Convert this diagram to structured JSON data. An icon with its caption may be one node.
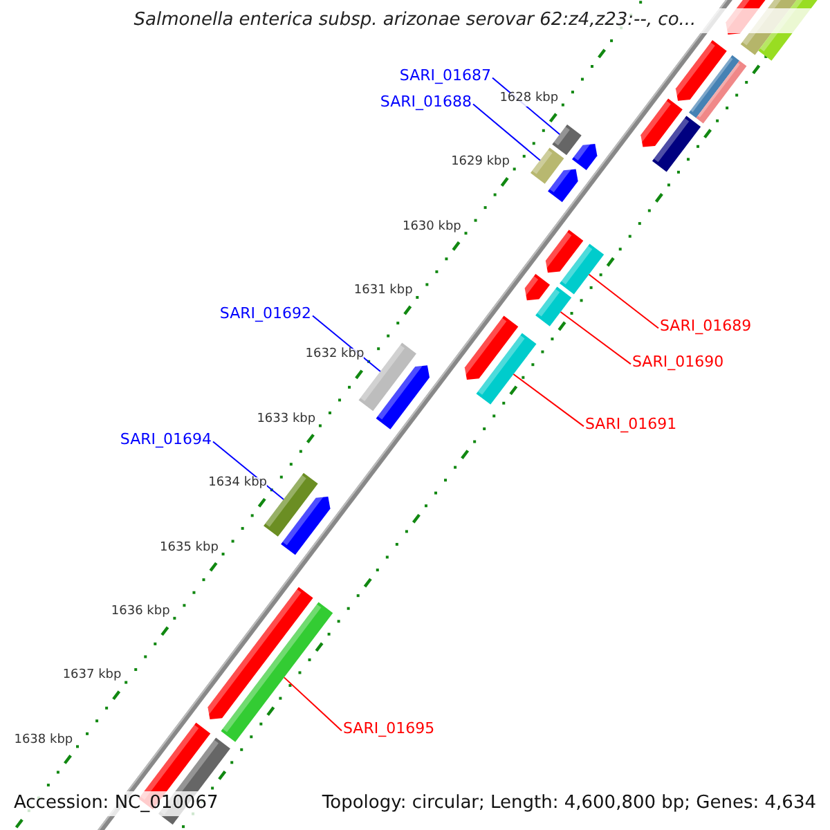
{
  "diagram": {
    "title": "Salmonella enterica subsp. arizonae serovar 62:z4,z23:--, co...",
    "nodes": [
      {
        "text": [
          "SARI_01687"
        ]
      },
      {
        "text": [
          "SARI_01688"
        ]
      },
      {
        "text": [
          "SARI_01692"
        ]
      },
      {
        "text": [
          "SARI_01689"
        ]
      },
      {
        "text": [
          "SARI_01690"
        ]
      },
      {
        "text": [
          "SARI_01691"
        ]
      },
      {
        "text": [
          "SARI_01694"
        ]
      },
      {
        "text": [
          "SARI_01695"
        ]
      },
      {
        "text": [],
        "shape": "bar"
      },
      {
        "text": [],
        "shape": "bar"
      },
      {
        "text": [],
        "shape": "bar"
      },
      {
        "text": [],
        "shape": "bar"
      },
      {
        "text": [],
        "shape": "bar"
      },
      {
        "text": [],
        "shape": "bar"
      },
      {
        "text": [],
        "shape": "bar"
      },
      {
        "text": [],
        "shape": "bar"
      }
    ],
    "edges": [
      {
        "from": 0,
        "to": 8,
        "arrow": "none",
        "color": "#0000ff"
      },
      {
        "from": 1,
        "to": 9,
        "arrow": "none",
        "color": "#0000ff"
      },
      {
        "from": 2,
        "to": 13,
        "arrow": "none",
        "color": "#0000ff"
      },
      {
        "from": 3,
        "to": 10,
        "arrow": "none",
        "color": "#ff0000"
      },
      {
        "from": 4,
        "to": 11,
        "arrow": "none",
        "color": "#ff0000"
      },
      {
        "from": 5,
        "to": 12,
        "arrow": "none",
        "color": "#ff0000"
      },
      {
        "from": 6,
        "to": 14,
        "arrow": "none",
        "color": "#0000ff"
      },
      {
        "from": 7,
        "to": 15,
        "arrow": "none",
        "color": "#ff0000"
      }
    ],
    "labels": [
      "1628 kbp",
      "1629 kbp",
      "1630 kbp",
      "1631 kbp",
      "1632 kbp",
      "1633 kbp",
      "1634 kbp",
      "1635 kbp",
      "1636 kbp",
      "1637 kbp",
      "1638 kbp",
      "Accession: NC_010067",
      "Topology: circular; Length: 4,600,800 bp; Genes: 4,634"
    ]
  }
}
